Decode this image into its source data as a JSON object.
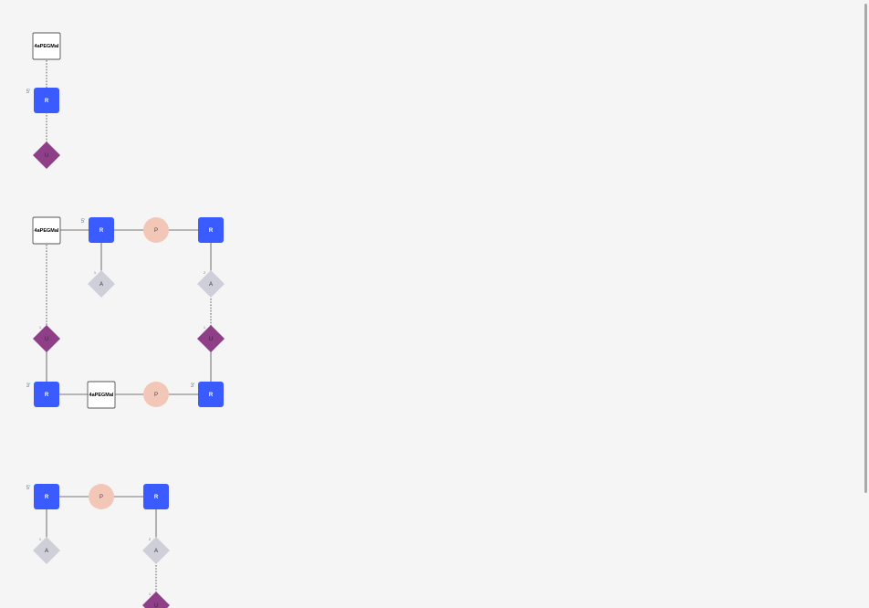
{
  "colors": {
    "background": "#f5f5f5",
    "sugar": "#3a5bff",
    "phosphate": "#f3c7b8",
    "base_u": "#8e3f87",
    "base_a": "#cfcfd9",
    "linker_fill": "#ffffff",
    "linker_stroke": "#555555",
    "backbone": "#777777",
    "pairing": "#777777",
    "terminal": "#2a8fd4"
  },
  "nodes": [
    {
      "id": "m1",
      "kind": "linker",
      "label": "4aPEGMal",
      "index": ""
    },
    {
      "id": "s1",
      "kind": "sugar",
      "label": "R",
      "index": ""
    },
    {
      "id": "b1",
      "kind": "base",
      "label": "U",
      "color": "u",
      "index": ""
    },
    {
      "id": "m2",
      "kind": "linker",
      "label": "4aPEGMal",
      "index": ""
    },
    {
      "id": "s2",
      "kind": "sugar",
      "label": "R",
      "index": ""
    },
    {
      "id": "p2",
      "kind": "phosphate",
      "label": "P",
      "index": ""
    },
    {
      "id": "s3",
      "kind": "sugar",
      "label": "R",
      "index": ""
    },
    {
      "id": "b2",
      "kind": "base",
      "label": "A",
      "color": "a",
      "index": "1"
    },
    {
      "id": "b3",
      "kind": "base",
      "label": "A",
      "color": "a",
      "index": "2"
    },
    {
      "id": "b4",
      "kind": "base",
      "label": "U",
      "color": "u",
      "index": "1"
    },
    {
      "id": "b5",
      "kind": "base",
      "label": "U",
      "color": "u",
      "index": "1"
    },
    {
      "id": "s4",
      "kind": "sugar",
      "label": "R",
      "index": ""
    },
    {
      "id": "m3",
      "kind": "linker",
      "label": "4aPEGMal",
      "index": ""
    },
    {
      "id": "p3",
      "kind": "phosphate",
      "label": "P",
      "index": ""
    },
    {
      "id": "s5",
      "kind": "sugar",
      "label": "R",
      "index": ""
    },
    {
      "id": "s6",
      "kind": "sugar",
      "label": "R",
      "index": ""
    },
    {
      "id": "p4",
      "kind": "phosphate",
      "label": "P",
      "index": ""
    },
    {
      "id": "s7",
      "kind": "sugar",
      "label": "R",
      "index": ""
    },
    {
      "id": "b6",
      "kind": "base",
      "label": "A",
      "color": "a",
      "index": "1"
    },
    {
      "id": "b7",
      "kind": "base",
      "label": "A",
      "color": "a",
      "index": "2"
    },
    {
      "id": "b8",
      "kind": "base",
      "label": "U",
      "color": "u",
      "index": "1"
    }
  ],
  "terminals": [
    {
      "node": "s1",
      "text": "5'"
    },
    {
      "node": "s2",
      "text": "5'"
    },
    {
      "node": "s4",
      "text": "3'"
    },
    {
      "node": "s5",
      "text": "3'"
    },
    {
      "node": "s6",
      "text": "5'"
    }
  ],
  "edges": [
    {
      "from": "m1",
      "to": "s1",
      "style": "dotted"
    },
    {
      "from": "s1",
      "to": "b1",
      "style": "dotted"
    },
    {
      "from": "m2",
      "to": "s2",
      "style": "solid"
    },
    {
      "from": "s2",
      "to": "p2",
      "style": "solid"
    },
    {
      "from": "p2",
      "to": "s3",
      "style": "solid"
    },
    {
      "from": "s2",
      "to": "b2",
      "style": "solid"
    },
    {
      "from": "s3",
      "to": "b3",
      "style": "solid"
    },
    {
      "from": "m2",
      "to": "b4",
      "style": "dotted"
    },
    {
      "from": "b3",
      "to": "b5",
      "style": "dotted"
    },
    {
      "from": "b4",
      "to": "s4",
      "style": "solid"
    },
    {
      "from": "b5",
      "to": "s5",
      "style": "solid"
    },
    {
      "from": "s4",
      "to": "m3",
      "style": "solid"
    },
    {
      "from": "m3",
      "to": "p3",
      "style": "solid"
    },
    {
      "from": "p3",
      "to": "s5",
      "style": "solid"
    },
    {
      "from": "s6",
      "to": "p4",
      "style": "solid"
    },
    {
      "from": "p4",
      "to": "s7",
      "style": "solid"
    },
    {
      "from": "s6",
      "to": "b6",
      "style": "solid"
    },
    {
      "from": "s7",
      "to": "b7",
      "style": "solid"
    },
    {
      "from": "b7",
      "to": "b8",
      "style": "dotted"
    }
  ]
}
